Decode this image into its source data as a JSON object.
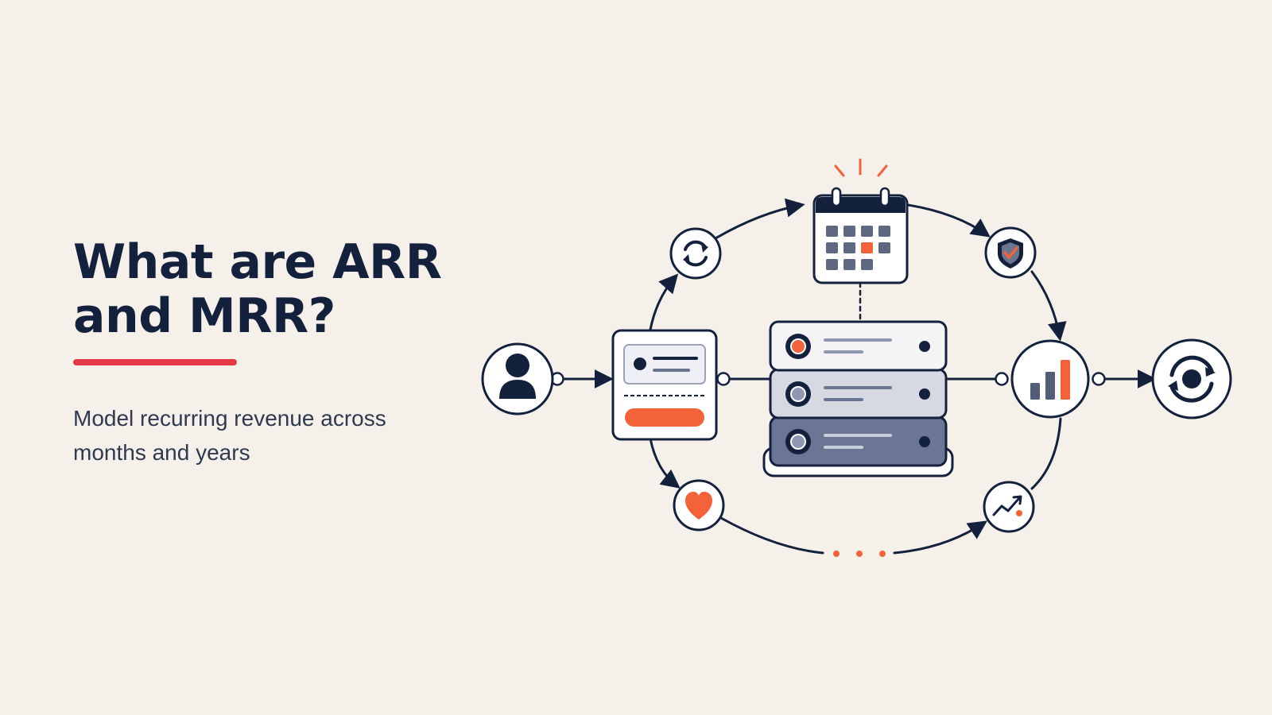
{
  "hero": {
    "title_line1": "What are ARR",
    "title_line2": "and MRR?",
    "subtitle": "Model recurring revenue across months and years"
  },
  "colors": {
    "background": "#f5f1ea",
    "navy": "#14213d",
    "accent_red": "#e63946",
    "orange": "#f4623a",
    "slate": "#525d78",
    "white": "#ffffff"
  },
  "icons": {
    "customer": "user-icon",
    "renewal": "refresh-icon",
    "billing_calendar": "calendar-icon",
    "security": "shield-check-icon",
    "checkout": "checkout-card-icon",
    "database": "server-stack-icon",
    "metrics": "bar-chart-icon",
    "recurring": "recurring-cycle-icon",
    "retention": "heart-icon",
    "growth": "trend-up-icon"
  }
}
